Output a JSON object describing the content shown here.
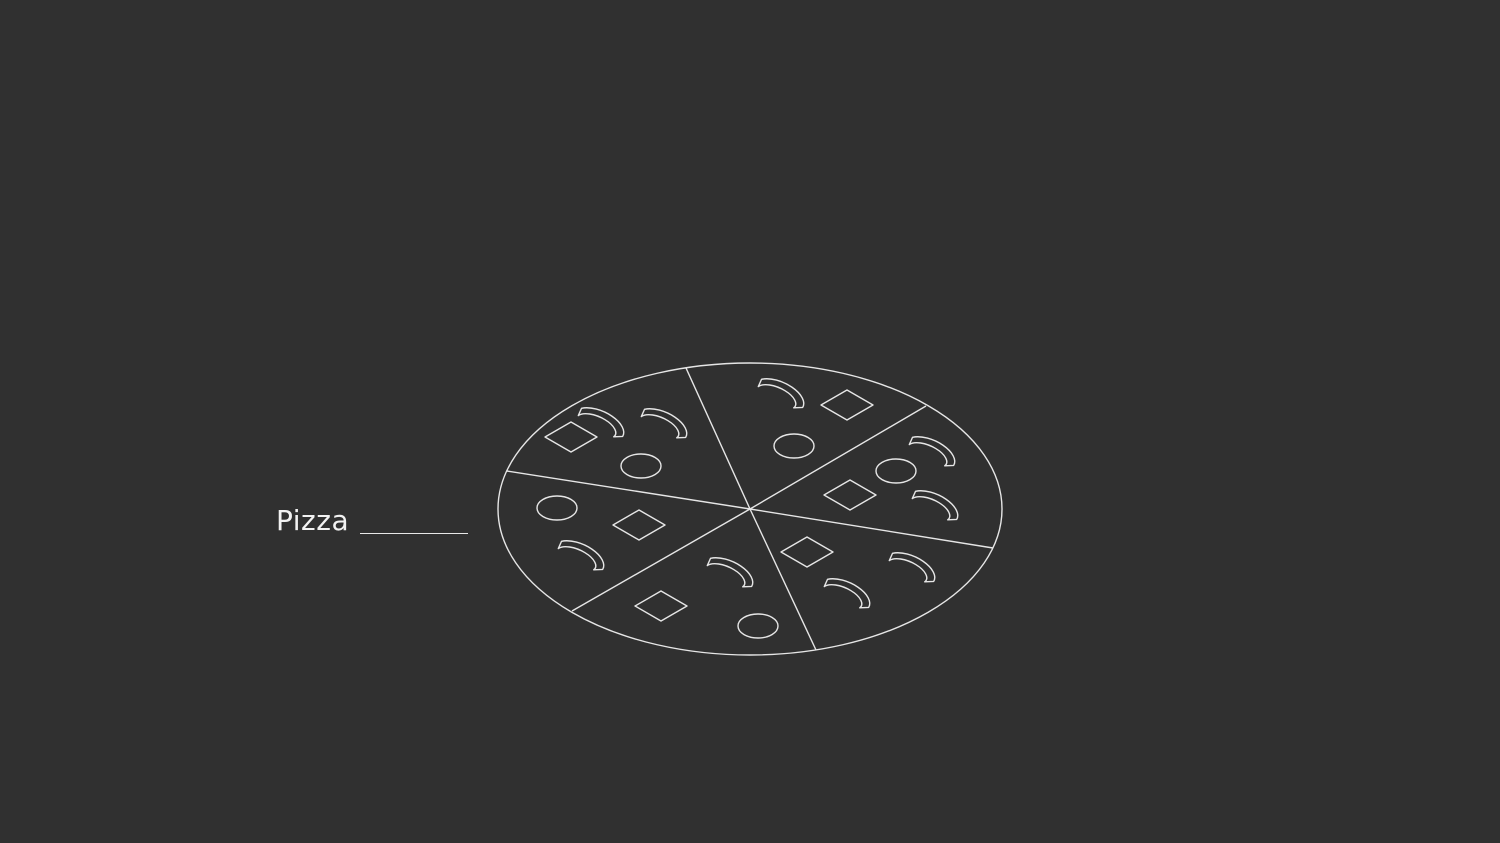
{
  "caption": {
    "word": "Pizza"
  },
  "colors": {
    "background": "#303030",
    "stroke": "#e6e6e6",
    "text": "#f2f2f2"
  },
  "pizza": {
    "slices": 6,
    "toppings": [
      "crescent",
      "diamond",
      "circle"
    ]
  }
}
